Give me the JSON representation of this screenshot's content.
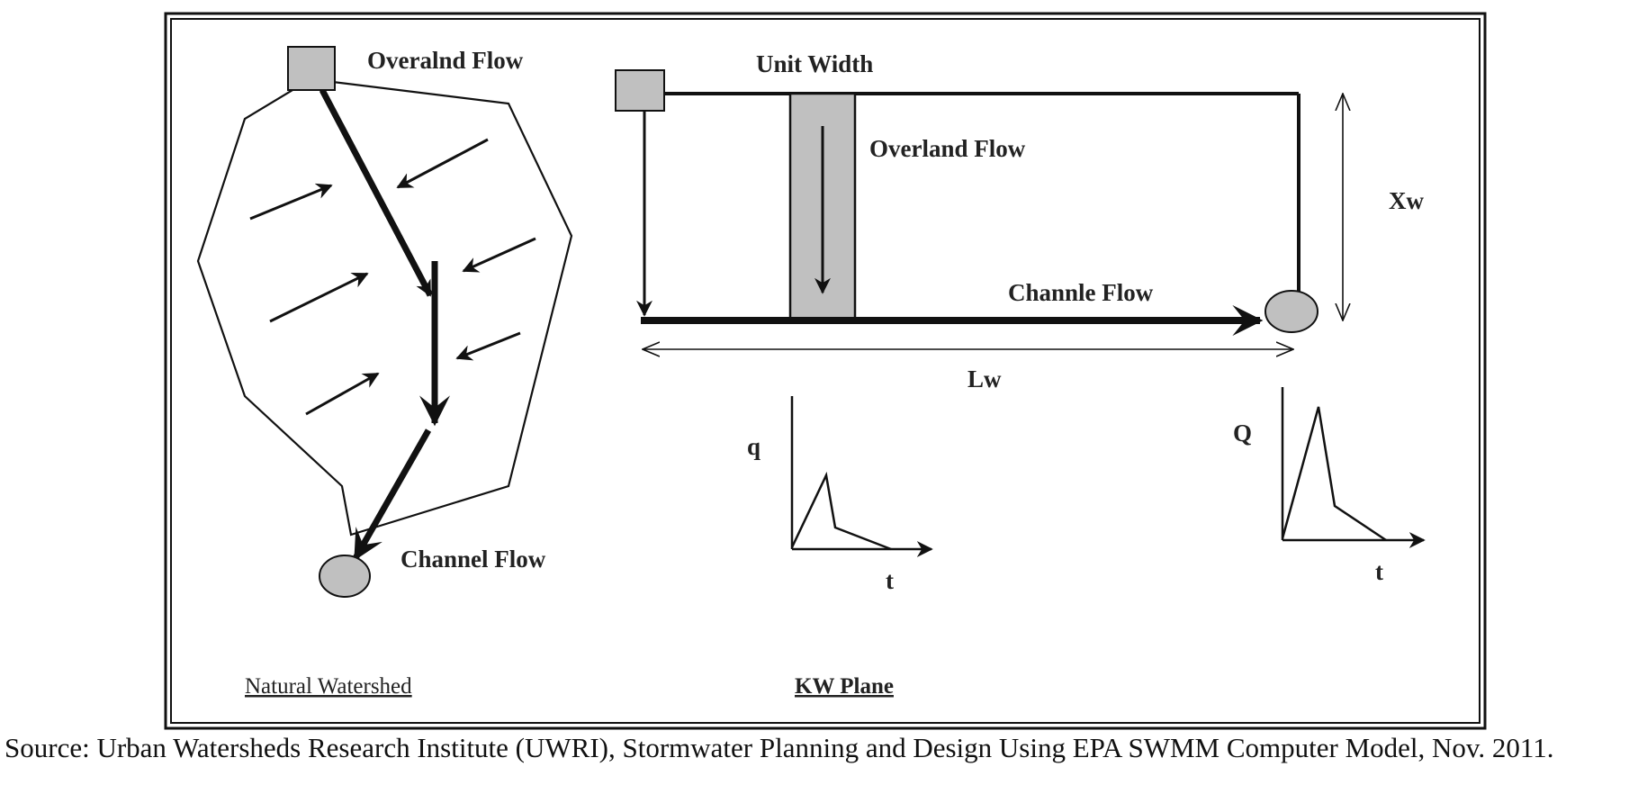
{
  "diagram": {
    "left_panel": {
      "overland_flow_label": "Overalnd Flow",
      "channel_flow_label": "Channel Flow",
      "caption": "Natural Watershed"
    },
    "right_panel": {
      "unit_width_label": "Unit Width",
      "overland_flow_label": "Overland Flow",
      "channel_flow_label": "Channle Flow",
      "xw_label": "Xw",
      "lw_label": "Lw",
      "caption": "KW Plane",
      "graph_q_small": {
        "y_label": "q",
        "x_label": "t"
      },
      "graph_q_large": {
        "y_label": "Q",
        "x_label": "t"
      }
    },
    "colors": {
      "line": "#111111",
      "fill_gray": "#c0c0c0"
    }
  },
  "source": {
    "text": "Source: Urban Watersheds Research Institute (UWRI), Stormwater Planning and Design Using EPA SWMM Computer Model, Nov. 2011."
  }
}
